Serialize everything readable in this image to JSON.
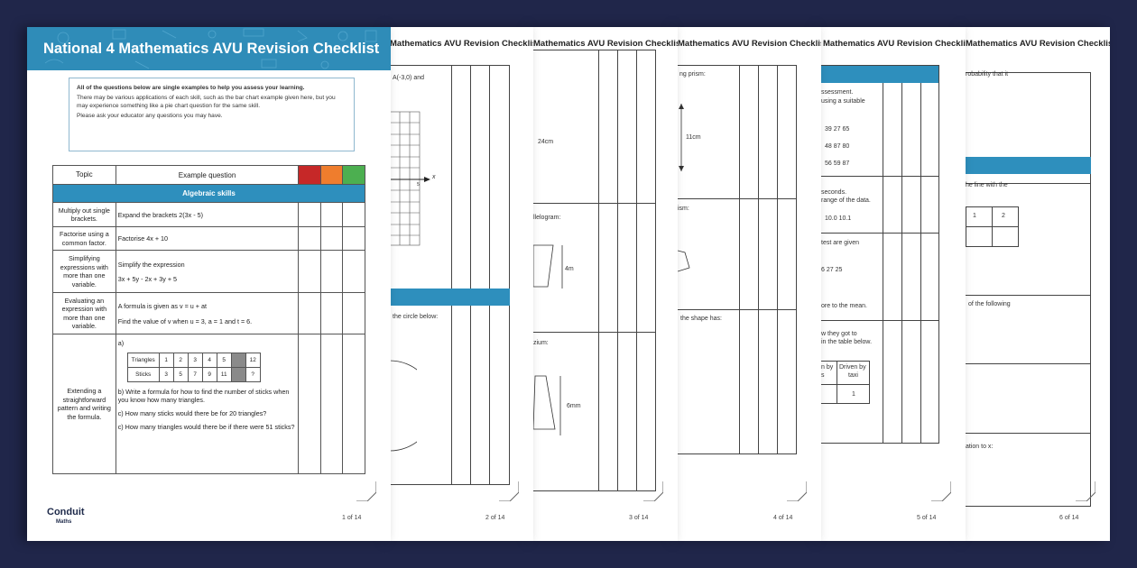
{
  "pages": {
    "p1": {
      "banner_title": "National 4 Mathematics AVU Revision Checklist",
      "info_bold": "All of the questions below are single examples to help you assess your learning.",
      "info_line1": "There may be various applications of each skill, such as the bar chart example given here, but you may experience something like a pie chart question for the same skill.",
      "info_line2": "Please ask your educator any questions you may have.",
      "col_topic": "Topic",
      "col_question": "Example question",
      "section": "Algebraic skills",
      "rows": [
        {
          "topic": "Multiply out single brackets.",
          "question": "Expand the brackets 2(3x - 5)"
        },
        {
          "topic": "Factorise using a common factor.",
          "question": "Factorise 4x + 10"
        },
        {
          "topic": "Simplifying expressions with more than one variable.",
          "question": "Simplify the expression",
          "question2": "3x + 5y - 2x + 3y + 5"
        },
        {
          "topic": "Evaluating an expression with more than one variable.",
          "question": "A formula is given as v = u + at",
          "question2": "Find the value of v when u = 3,  a = 1 and t = 6."
        },
        {
          "topic": "Extending a straightforward pattern and writing the formula.",
          "question": "a)"
        }
      ],
      "seq_triangles_label": "Triangles",
      "seq_triangles": [
        "1",
        "2",
        "3",
        "4",
        "5",
        "",
        "12"
      ],
      "seq_sticks_label": "Sticks",
      "seq_sticks": [
        "3",
        "5",
        "7",
        "9",
        "11",
        "",
        "?"
      ],
      "q_b": "b) Write a formula for how to find the number of sticks when you know how many triangles.",
      "q_c": "c) How many sticks would there be for 20 triangles?",
      "q_d": "c) How many triangles would there be if there were 51 sticks?",
      "logo": "Conduit",
      "logo_sub": "Maths",
      "page_number": "1 of 14",
      "rag_colors": [
        "#c62828",
        "#ef7d2d",
        "#4caf50"
      ]
    },
    "p2": {
      "title": "Mathematics AVU Revision Checklist",
      "frag1": "A(-3,0) and",
      "frag2": "the circle below:",
      "axis_x": "x",
      "axis_5": "5",
      "page_number": "2 of 14"
    },
    "p3": {
      "title": "Mathematics AVU Revision Checklist",
      "frag1": "24cm",
      "frag2": "llelogram:",
      "frag3": "4m",
      "frag4": "zium:",
      "frag5": "6mm",
      "page_number": "3 of 14"
    },
    "p4": {
      "title": "Mathematics AVU Revision Checklist",
      "frag1": "ng prism:",
      "frag2": "11cm",
      "frag3": "ism:",
      "frag4": "the shape has:",
      "page_number": "4 of 14"
    },
    "p5": {
      "title": "Mathematics AVU Revision Checklist",
      "frag1": "ssessment.",
      "frag2": "using a suitable",
      "nums1": "39   27   65",
      "nums2": "48   87   80",
      "nums3": "56   59   87",
      "frag3": "seconds.",
      "frag4": "range of the data.",
      "nums4": "10.0   10.1",
      "frag5": "test are given",
      "nums5": "6    27   25",
      "frag6": "ore to the mean.",
      "frag7": "w they got to",
      "frag8": "in the table below.",
      "tbl1": "n by",
      "tbl1b": "s",
      "tbl2": "Driven by",
      "tbl2b": "taxi",
      "tbl3": "1",
      "page_number": "5 of 14"
    },
    "p6": {
      "title": "Mathematics AVU Revision Checklist",
      "frag1": "robability that it",
      "frag2": "he line with the",
      "c1": "1",
      "c2": "2",
      "frag3": "of the following",
      "frag4": "ation to x:",
      "page_number": "6 of 14"
    }
  }
}
